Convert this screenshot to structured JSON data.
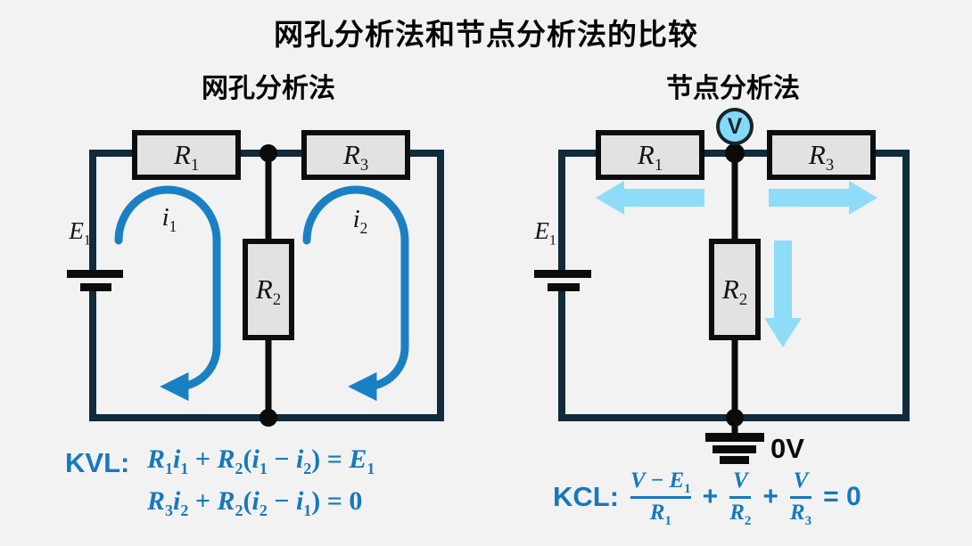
{
  "title": "网孔分析法和节点分析法的比较",
  "left": {
    "title": "网孔分析法"
  },
  "right": {
    "title": "节点分析法"
  },
  "labels": {
    "r1": [
      {
        "v": "R",
        "s": "1"
      }
    ],
    "r2": [
      {
        "v": "R",
        "s": "2"
      }
    ],
    "r3": [
      {
        "v": "R",
        "s": "3"
      }
    ],
    "e1": [
      {
        "v": "E",
        "s": "1"
      }
    ],
    "i1": [
      {
        "v": "i",
        "s": "1"
      }
    ],
    "i2": [
      {
        "v": "i",
        "s": "2"
      }
    ],
    "voltmeter": "V",
    "ground": "0V"
  },
  "equations": {
    "kvl": {
      "label": "KVL:",
      "lines": [
        [
          {
            "v": "R",
            "s": "1"
          },
          {
            "v": "i",
            "s": "1"
          },
          {
            "o": " + "
          },
          {
            "v": "R",
            "s": "2"
          },
          {
            "o": "("
          },
          {
            "v": "i",
            "s": "1"
          },
          {
            "o": " − "
          },
          {
            "v": "i",
            "s": "2"
          },
          {
            "o": ") = "
          },
          {
            "v": "E",
            "s": "1"
          }
        ],
        [
          {
            "v": "R",
            "s": "3"
          },
          {
            "v": "i",
            "s": "2"
          },
          {
            "o": " + "
          },
          {
            "v": "R",
            "s": "2"
          },
          {
            "o": "("
          },
          {
            "v": "i",
            "s": "2"
          },
          {
            "o": " − "
          },
          {
            "v": "i",
            "s": "1"
          },
          {
            "o": ") = 0"
          }
        ]
      ]
    },
    "kcl": {
      "label": "KCL:",
      "terms": [
        {
          "num": [
            {
              "v": "V"
            },
            {
              "o": " − "
            },
            {
              "v": "E",
              "s": "1"
            }
          ],
          "den": [
            {
              "v": "R",
              "s": "1"
            }
          ]
        },
        {
          "op": "+"
        },
        {
          "num": [
            {
              "v": "V"
            }
          ],
          "den": [
            {
              "v": "R",
              "s": "2"
            }
          ]
        },
        {
          "op": "+"
        },
        {
          "num": [
            {
              "v": "V"
            }
          ],
          "den": [
            {
              "v": "R",
              "s": "3"
            }
          ]
        },
        {
          "op": "= 0"
        }
      ]
    }
  },
  "colors": {
    "c-bg": "#f2f2f2",
    "c-wire": "#112b3a",
    "c-black": "#0b0b0b",
    "c-rfill": "#e2e2e2",
    "c-mesh": "#1a80c4",
    "c-flow": "#8edcf8",
    "c-eq": "#1778be",
    "c-vfill": "#85d8f6",
    "c-navy": "#13262e"
  }
}
